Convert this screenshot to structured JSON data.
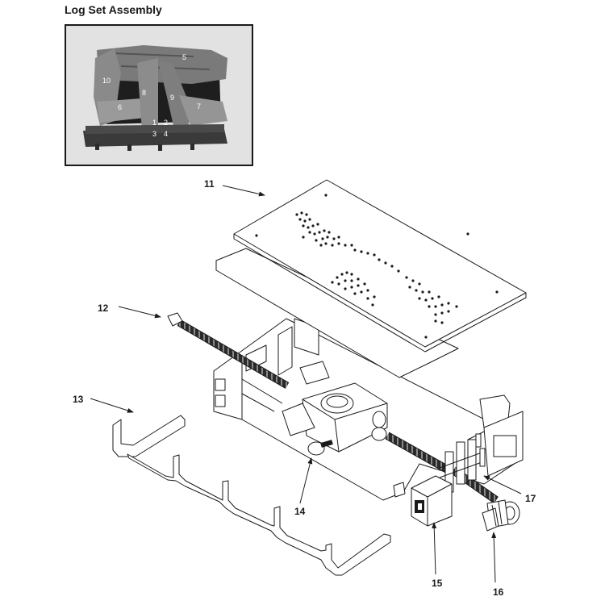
{
  "title": "Log Set Assembly",
  "photo_labels": [
    "5",
    "10",
    "8",
    "9",
    "7",
    "6",
    "1",
    "2",
    "3",
    "4"
  ],
  "callouts": {
    "c11": "11",
    "c12": "12",
    "c13": "13",
    "c14": "14",
    "c15": "15",
    "c16": "16",
    "c17": "17"
  }
}
